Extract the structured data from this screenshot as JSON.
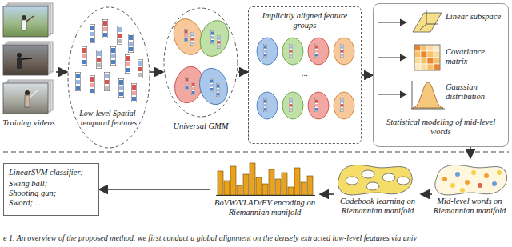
{
  "diagram": {
    "caption": "e 1. An overview of the proposed method. we first conduct a global alignment on the densely extracted low-level features via univ",
    "nodes": [
      {
        "text": [
          "Training videos"
        ]
      },
      {
        "text": [
          "Low-level Spatial-temporal features"
        ]
      },
      {
        "text": [
          "Universal GMM"
        ]
      },
      {
        "text": [
          "Implicitly aligned feature groups"
        ]
      },
      {
        "text": [
          "Statistical modeling of mid-level words"
        ]
      },
      {
        "text": [
          "Linear subspace"
        ],
        "in": 4
      },
      {
        "text": [
          "Covariance matrix"
        ],
        "in": 4
      },
      {
        "text": [
          "Gaussian distribution"
        ],
        "in": 4
      },
      {
        "text": [
          "Mid-level words on Riemannian manifold"
        ]
      },
      {
        "text": [
          "Codebook learning on Riemannian manifold"
        ]
      },
      {
        "text": [
          "BoVW/VLAD/FV encoding on Riemannian manifold"
        ]
      },
      {
        "text": [
          "LinearSVM classifier:",
          "Swing ball; Shooting gun; Sword; ..."
        ]
      }
    ],
    "edges": [
      {
        "from": 0,
        "to": 1,
        "arrow": "to"
      },
      {
        "from": 1,
        "to": 2,
        "arrow": "to"
      },
      {
        "from": 2,
        "to": 3,
        "arrow": "to"
      },
      {
        "from": 3,
        "to": 4,
        "arrow": "to"
      },
      {
        "from": 4,
        "to": 8,
        "arrow": "to"
      },
      {
        "from": 8,
        "to": 9,
        "arrow": "to"
      },
      {
        "from": 9,
        "to": 10,
        "arrow": "to"
      },
      {
        "from": 10,
        "to": 11,
        "arrow": "to"
      }
    ],
    "labels": [
      "..."
    ]
  }
}
